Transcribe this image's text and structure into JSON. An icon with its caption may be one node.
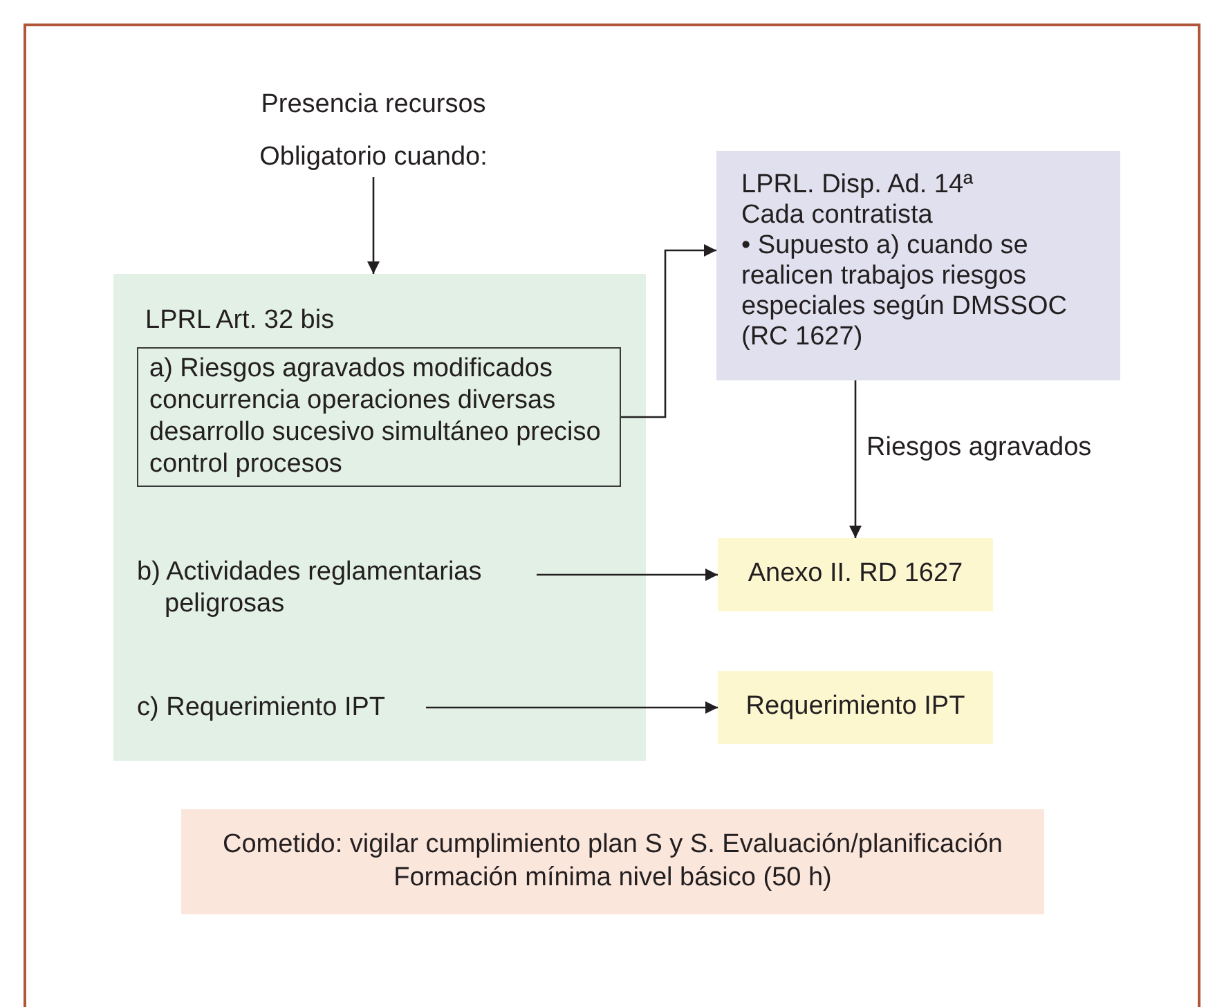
{
  "diagram": {
    "nodes": [
      {
        "text": [
          "Presencia recursos",
          "Obligatorio cuando:"
        ]
      },
      {
        "text": [
          "LPRL Art. 32 bis"
        ]
      },
      {
        "text": [
          "a) Riesgos agravados modificados concurrencia operaciones diversas desarrollo sucesivo simultáneo preciso control procesos"
        ],
        "in": 1
      },
      {
        "text": [
          "b) Actividades reglamentarias peligrosas"
        ],
        "in": 1
      },
      {
        "text": [
          "c) Requerimiento IPT"
        ],
        "in": 1
      },
      {
        "text": [
          "LPRL. Disp. Ad. 14ª",
          "Cada contratista",
          "• Supuesto a) cuando se realicen trabajos riesgos especiales según DMSSOC (RC 1627)"
        ]
      },
      {
        "text": [
          "Anexo II. RD 1627"
        ]
      },
      {
        "text": [
          "Requerimiento IPT"
        ]
      },
      {
        "text": [
          "Cometido: vigilar cumplimiento plan S y S. Evaluación/planificación",
          "Formación mínima nivel básico (50 h)"
        ]
      }
    ],
    "edges": [
      {
        "from": 0,
        "to": 1,
        "arrow": "to"
      },
      {
        "from": 2,
        "to": 5,
        "arrow": "to"
      },
      {
        "from": 5,
        "to": 6,
        "arrow": "to",
        "label": "Riesgos agravados"
      },
      {
        "from": 3,
        "to": 6,
        "arrow": "to"
      },
      {
        "from": 4,
        "to": 7,
        "arrow": "to"
      }
    ]
  }
}
